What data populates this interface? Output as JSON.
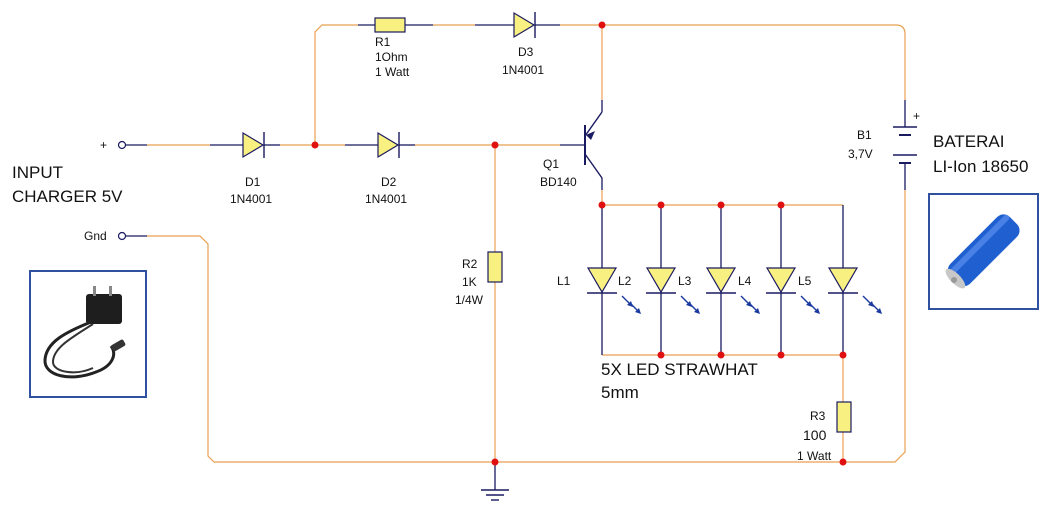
{
  "input": {
    "plus": "+",
    "line1": "INPUT",
    "line2": "CHARGER 5V",
    "gnd": "Gnd"
  },
  "d1": {
    "ref": "D1",
    "value": "1N4001"
  },
  "d2": {
    "ref": "D2",
    "value": "1N4001"
  },
  "d3": {
    "ref": "D3",
    "value": "1N4001"
  },
  "r1": {
    "ref": "R1",
    "value": "1Ohm",
    "power": "1 Watt"
  },
  "r2": {
    "ref": "R2",
    "value": "1K",
    "power": "1/4W"
  },
  "r3": {
    "ref": "R3",
    "value": "100",
    "power": "1 Watt"
  },
  "q1": {
    "ref": "Q1",
    "value": "BD140"
  },
  "b1": {
    "ref": "B1",
    "value": "3,7V",
    "plus": "+"
  },
  "battery": {
    "line1": "BATERAI",
    "line2": "LI-Ion 18650"
  },
  "leds": {
    "labels": [
      "L1",
      "L2",
      "L3",
      "L4",
      "L5"
    ],
    "note1": "5X LED STRAWHAT",
    "note2": "5mm"
  },
  "colors": {
    "wire": "#e8a050",
    "junction": "#e01010",
    "component_fill": "#f8f080",
    "photo_border": "#3050a0"
  }
}
